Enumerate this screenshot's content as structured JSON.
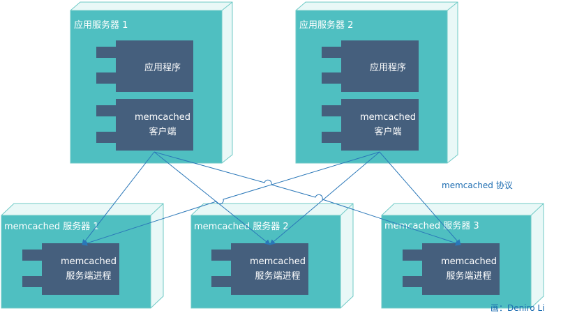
{
  "app_servers": [
    {
      "title": "应用服务器 1",
      "components": [
        {
          "lines": [
            "应用程序"
          ]
        },
        {
          "lines": [
            "memcached",
            "客户端"
          ]
        }
      ]
    },
    {
      "title": "应用服务器 2",
      "components": [
        {
          "lines": [
            "应用程序"
          ]
        },
        {
          "lines": [
            "memcached",
            "客户端"
          ]
        }
      ]
    }
  ],
  "memcached_servers": [
    {
      "title": "memcached 服务器 1",
      "component": {
        "lines": [
          "memcached",
          "服务端进程"
        ]
      }
    },
    {
      "title": "memcached 服务器 2",
      "component": {
        "lines": [
          "memcached",
          "服务端进程"
        ]
      }
    },
    {
      "title": "memcached 服务器 3",
      "component": {
        "lines": [
          "memcached",
          "服务端进程"
        ]
      }
    }
  ],
  "protocol_label": "memcached 协议",
  "credit": "画：Deniro Li",
  "colors": {
    "node_face": "#4fbfc1",
    "node_back": "#e9f8f7",
    "node_edge": "#6fcac6",
    "component": "#455f7d",
    "connector": "#2a77b8"
  }
}
